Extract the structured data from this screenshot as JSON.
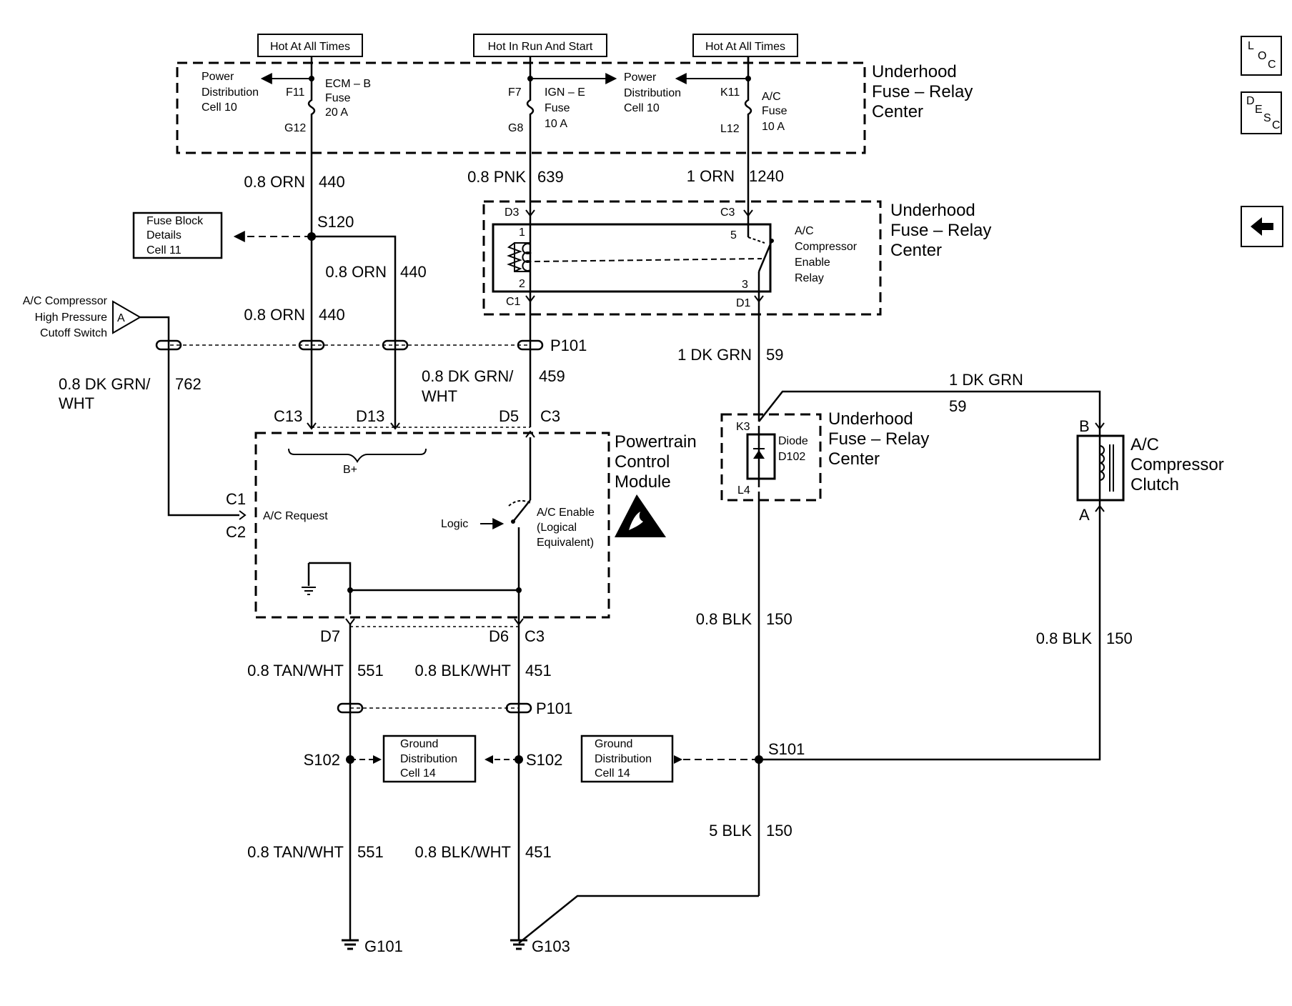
{
  "sources": {
    "hot_left": "Hot At All Times",
    "run_start": "Hot In Run And Start",
    "hot_right": "Hot At All Times"
  },
  "fuse_center_top": {
    "label_l1": "Underhood",
    "label_l2": "Fuse – Relay",
    "label_l3": "Center",
    "pd_left_l1": "Power",
    "pd_left_l2": "Distribution",
    "pd_left_l3": "Cell 10",
    "pd_right_l1": "Power",
    "pd_right_l2": "Distribution",
    "pd_right_l3": "Cell 10",
    "fuse_ecm": {
      "pin_in": "F11",
      "pin_out": "G12",
      "name": "ECM – B",
      "word": "Fuse",
      "rating": "20 A"
    },
    "fuse_ign": {
      "pin_in": "F7",
      "pin_out": "G8",
      "name": "IGN – E",
      "word": "Fuse",
      "rating": "10 A"
    },
    "fuse_ac": {
      "pin_in": "K11",
      "pin_out": "L12",
      "name": "A/C",
      "word": "Fuse",
      "rating": "10 A"
    }
  },
  "wires": {
    "w440_a": {
      "gauge": "0.8 ORN",
      "circuit": "440"
    },
    "w639": {
      "gauge": "0.8 PNK",
      "circuit": "639"
    },
    "w1240": {
      "gauge": "1 ORN",
      "circuit": "1240"
    },
    "w440_b": {
      "gauge": "0.8 ORN",
      "circuit": "440"
    },
    "w440_c": {
      "gauge": "0.8 ORN",
      "circuit": "440"
    },
    "w762": {
      "gauge_l1": "0.8 DK GRN/",
      "gauge_l2": "WHT",
      "circuit": "762"
    },
    "w459": {
      "gauge_l1": "0.8 DK GRN/",
      "gauge_l2": "WHT",
      "circuit": "459"
    },
    "w59_a": {
      "gauge": "1 DK GRN",
      "circuit": "59"
    },
    "w59_b": {
      "gauge": "1 DK GRN",
      "circuit": "59"
    },
    "w551_a": {
      "gauge": "0.8 TAN/WHT",
      "circuit": "551"
    },
    "w451_a": {
      "gauge": "0.8 BLK/WHT",
      "circuit": "451"
    },
    "w150_a": {
      "gauge": "0.8 BLK",
      "circuit": "150"
    },
    "w150_b": {
      "gauge": "0.8 BLK",
      "circuit": "150"
    },
    "w551_b": {
      "gauge": "0.8 TAN/WHT",
      "circuit": "551"
    },
    "w451_b": {
      "gauge": "0.8 BLK/WHT",
      "circuit": "451"
    },
    "w150_c": {
      "gauge": "5 BLK",
      "circuit": "150"
    }
  },
  "splices": {
    "s120": "S120",
    "s102_a": "S102",
    "s102_b": "S102",
    "s101": "S101"
  },
  "connectors": {
    "p101_top": "P101",
    "p101_bottom": "P101",
    "c13": "C13",
    "d13": "D13",
    "d5": "D5",
    "c3_pcm_top": "C3",
    "c1": "C1",
    "c2": "C2",
    "d7": "D7",
    "d6": "D6",
    "c3_pcm_bottom": "C3"
  },
  "fuse_block_ref": {
    "l1": "Fuse Block",
    "l2": "Details",
    "l3": "Cell 11"
  },
  "hp_switch": {
    "l1": "A/C Compressor",
    "l2": "High Pressure",
    "l3": "Cutoff Switch",
    "pin": "A"
  },
  "relay": {
    "pin_d3": "D3",
    "pin_c3": "C3",
    "pin_c1": "C1",
    "pin_d1": "D1",
    "coil_1": "1",
    "coil_2": "2",
    "contact_5": "5",
    "contact_3": "3",
    "name_l1": "A/C",
    "name_l2": "Compressor",
    "name_l3": "Enable",
    "name_l4": "Relay",
    "center_l1": "Underhood",
    "center_l2": "Fuse – Relay",
    "center_l3": "Center"
  },
  "pcm": {
    "name_l1": "Powertrain",
    "name_l2": "Control",
    "name_l3": "Module",
    "bplus": "B+",
    "ac_request": "A/C Request",
    "logic": "Logic",
    "ac_enable_l1": "A/C Enable",
    "ac_enable_l2": "(Logical",
    "ac_enable_l3": "Equivalent)"
  },
  "diode": {
    "pin_k3": "K3",
    "pin_l4": "L4",
    "l1": "Diode",
    "l2": "D102",
    "center_l1": "Underhood",
    "center_l2": "Fuse – Relay",
    "center_l3": "Center"
  },
  "clutch": {
    "pin_b": "B",
    "pin_a": "A",
    "l1": "A/C",
    "l2": "Compressor",
    "l3": "Clutch"
  },
  "ground_refs": {
    "left": {
      "l1": "Ground",
      "l2": "Distribution",
      "l3": "Cell 14"
    },
    "right": {
      "l1": "Ground",
      "l2": "Distribution",
      "l3": "Cell 14"
    }
  },
  "grounds": {
    "g101": "G101",
    "g103": "G103"
  },
  "nav": {
    "loc_l": "L",
    "loc_o": "O",
    "loc_c": "C",
    "desc_d": "D",
    "desc_e": "E",
    "desc_s": "S",
    "desc_c": "C",
    "back_icon": "left-arrow-icon"
  }
}
